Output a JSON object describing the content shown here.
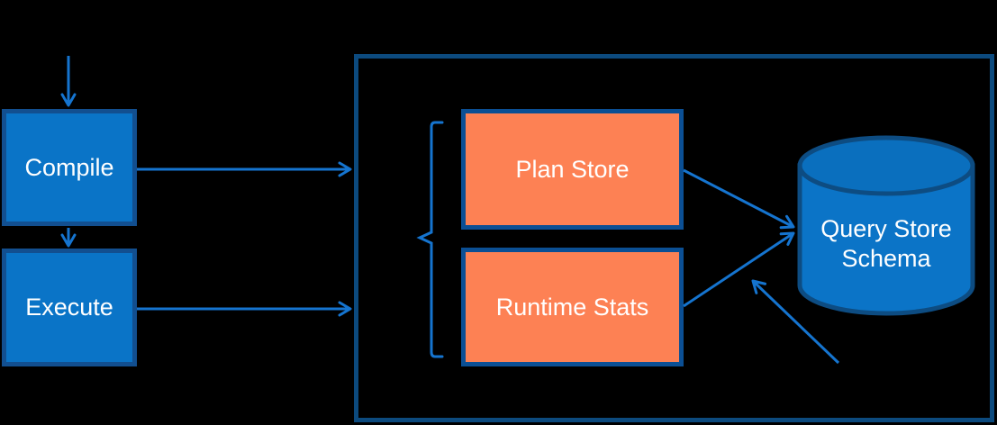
{
  "diagram": {
    "type": "flow-diagram",
    "subject": "Query Store architecture",
    "colors": {
      "background": "#000000",
      "blue_node_fill": "#0a74c7",
      "blue_node_border": "#124f90",
      "orange_node_fill": "#fd8154",
      "orange_node_border": "#0b4f94",
      "container_border": "#0c4a7e",
      "connector_blue": "#1574cf",
      "label_text": "#ffffff"
    },
    "nodes": {
      "compile": {
        "label": "Compile"
      },
      "execute": {
        "label": "Execute"
      },
      "plan_store": {
        "label": "Plan Store"
      },
      "runtime_stats": {
        "label": "Runtime Stats"
      },
      "query_store_schema": {
        "line1": "Query Store",
        "line2": "Schema"
      }
    },
    "connectors": [
      "top-into-compile",
      "compile-to-execute",
      "compile-to-container",
      "execute-to-container",
      "plan-store-to-schema",
      "runtime-stats-to-schema",
      "async-write-to-schema"
    ]
  }
}
